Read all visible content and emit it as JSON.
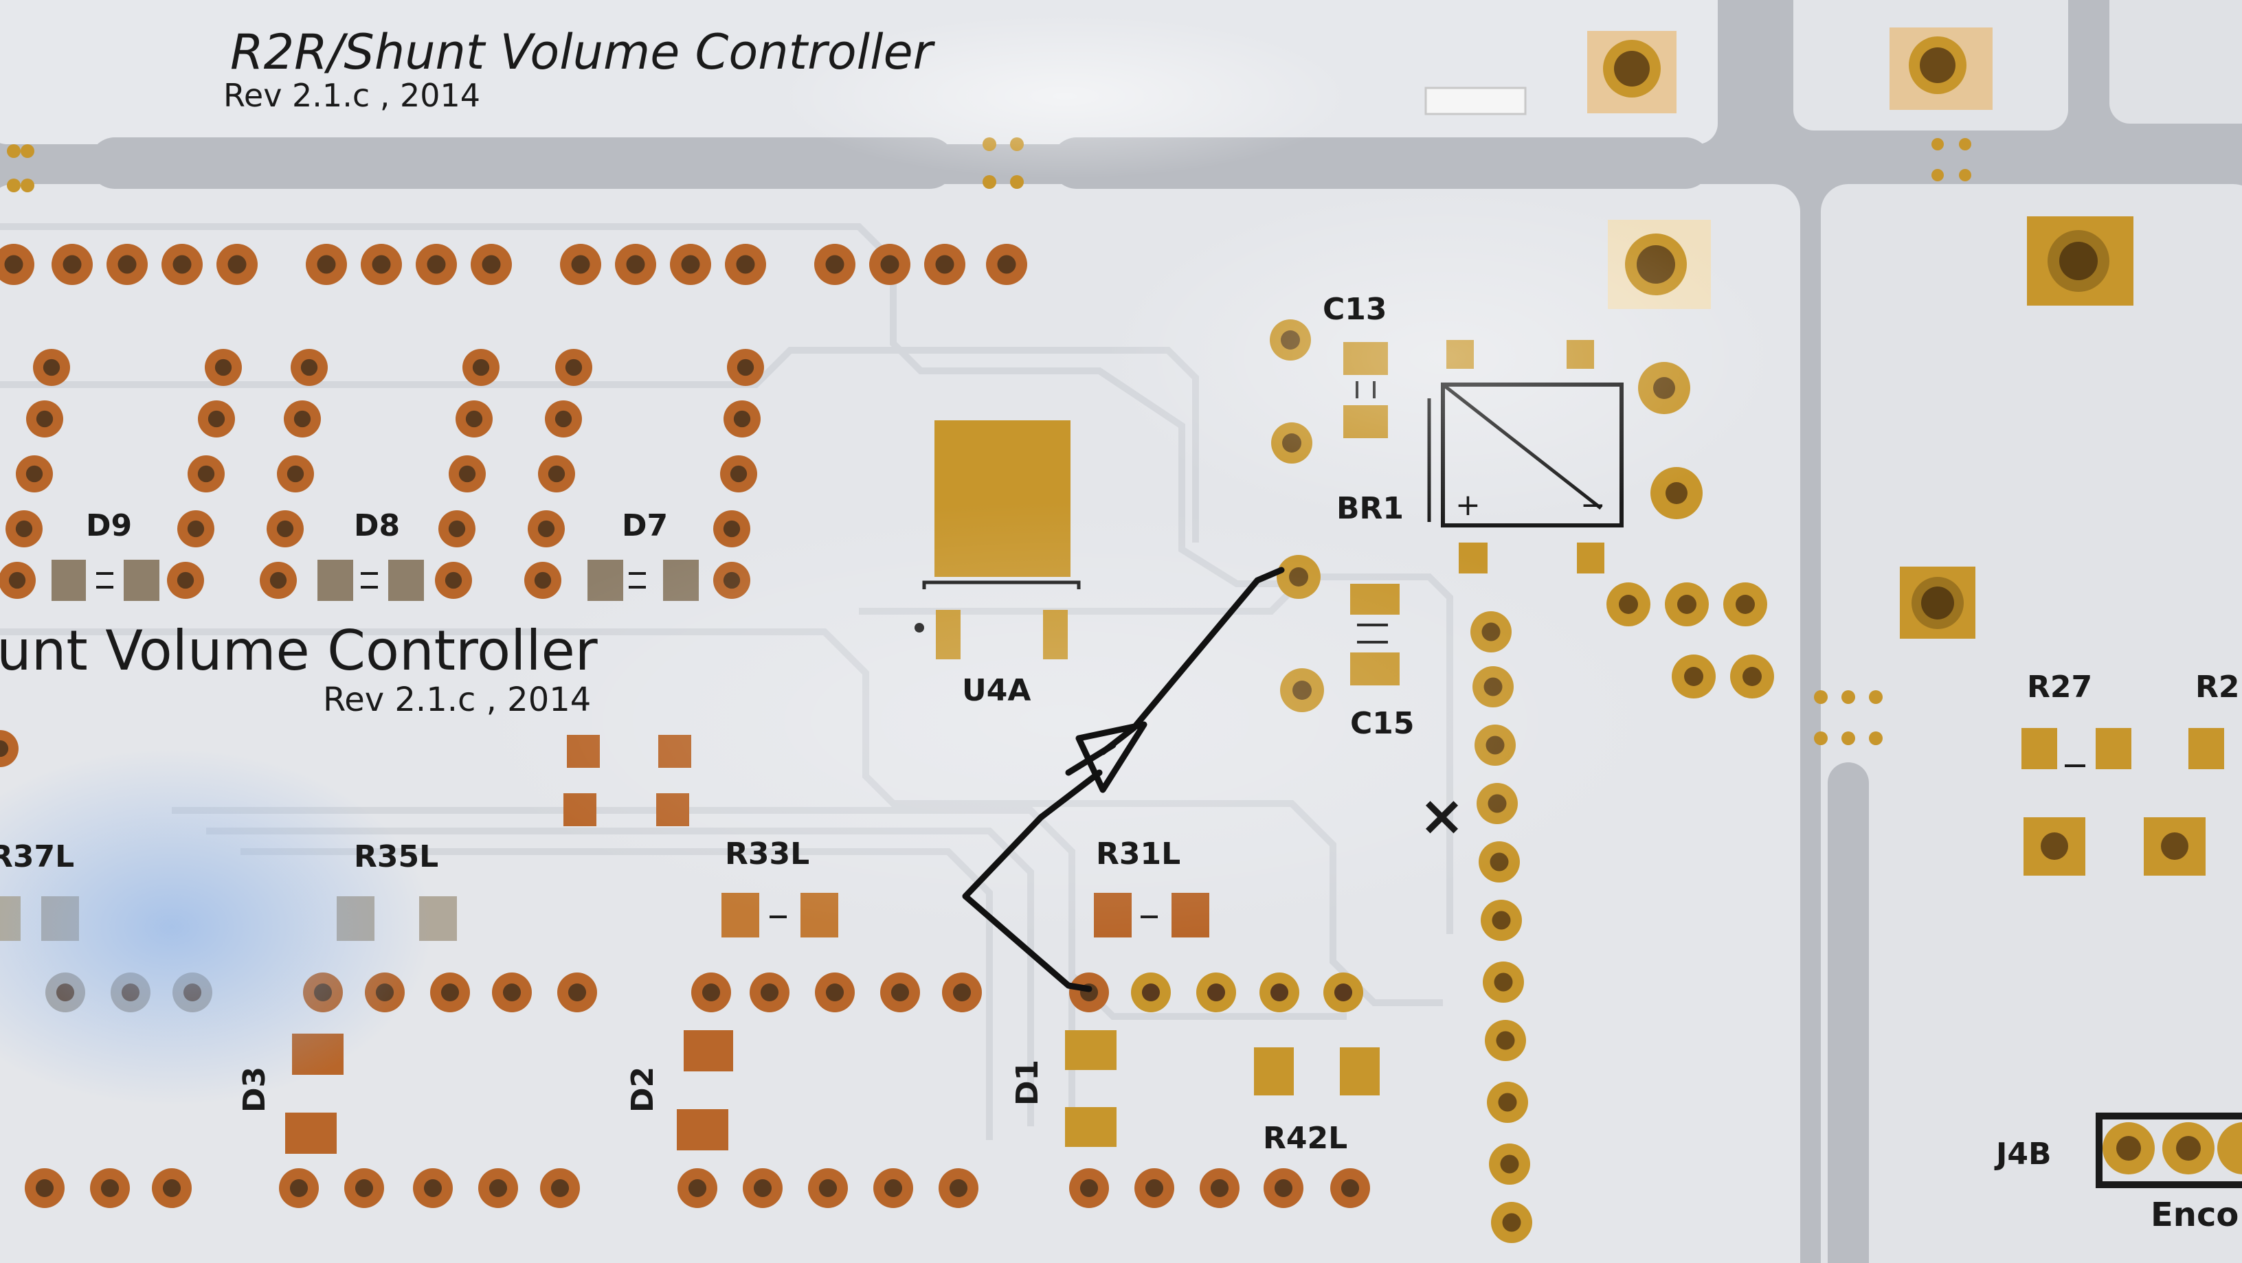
{
  "board": {
    "title_main": "R2R/Shunt Volume Controller",
    "rev_main": "Rev 2.1.c , 2014",
    "title_lower": "unt Volume Controller",
    "rev_lower": "Rev 2.1.c , 2014"
  },
  "labels": {
    "c13": "C13",
    "c15": "C15",
    "br1": "BR1",
    "u4a": "U4A",
    "d9": "D9",
    "d8": "D8",
    "d7": "D7",
    "r37l": "R37L",
    "r35l": "R35L",
    "r33l": "R33L",
    "r31l": "R31L",
    "r42l": "R42L",
    "d3": "D3",
    "d2": "D2",
    "d1": "D1",
    "r27": "R27",
    "r2x": "R2",
    "j4b": "J4B",
    "enco": "Enco",
    "plus": "+",
    "minus": "−",
    "x_mark": "×"
  },
  "colors": {
    "board": "#e4e6ea",
    "gold": "#c7962c",
    "copper": "#b8662a",
    "silk": "#1a1a1a",
    "ink": "#111111",
    "background": "#c9ccd2"
  }
}
